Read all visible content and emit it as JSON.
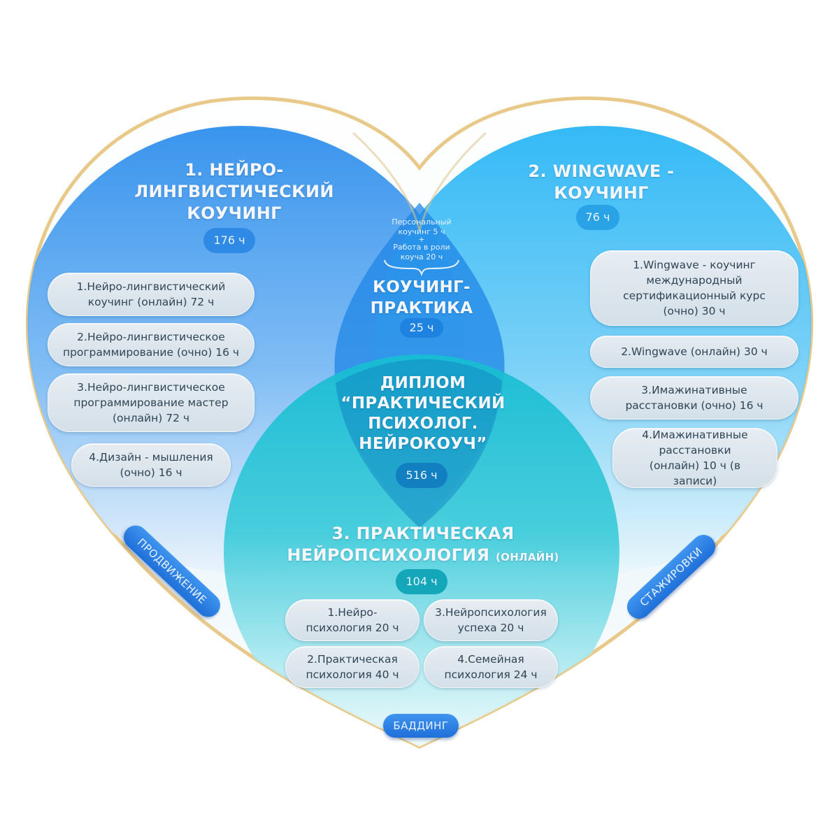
{
  "colors": {
    "circle_left": "#3b9df0",
    "circle_right": "#28b6f4",
    "circle_bottom": "#20c4d4",
    "heart_outline": "#e8c98a",
    "pill_bg": "#dde6ed",
    "tag_bg": "#2a80e4"
  },
  "left": {
    "title_lines": [
      "1. НЕЙРО-",
      "ЛИНГВИСТИЧЕСКИЙ",
      "КОУЧИНГ"
    ],
    "hours": "176 ч",
    "items": [
      "1.Нейро-лингвистический коучинг (онлайн) 72 ч",
      "2.Нейро-лингвистическое программирование (очно) 16 ч",
      "3.Нейро-лингвистическое программирование мастер (онлайн) 72 ч",
      "4.Дизайн - мышления (очно) 16 ч"
    ]
  },
  "right": {
    "title_lines": [
      "2. WINGWAVE -",
      "КОУЧИНГ"
    ],
    "hours": "76 ч",
    "items": [
      "1.Wingwave - коучинг международный сертификационный курс (очно) 30 ч",
      "2.Wingwave (онлайн) 30 ч",
      "3.Имажинативные расстановки (очно) 16 ч",
      "4.Имажинативные расстановки (онлайн) 10 ч (в записи)"
    ]
  },
  "practice": {
    "note_lines": [
      "Персональный",
      "коучинг 5 ч",
      "+",
      "Работа в роли",
      "коуча 20 ч"
    ],
    "title_lines": [
      "КОУЧИНГ-",
      "ПРАКТИКА"
    ],
    "hours": "25 ч"
  },
  "diploma": {
    "title_lines": [
      "ДИПЛОМ",
      "“ПРАКТИЧЕСКИЙ",
      "ПСИХОЛОГ.",
      "НЕЙРОКОУЧ”"
    ],
    "hours": "516 ч"
  },
  "bottom": {
    "title_line1": "3. ПРАКТИЧЕСКАЯ",
    "title_line2": "НЕЙРОПСИХОЛОГИЯ",
    "title_suffix": "(ОНЛАЙН)",
    "hours": "104 ч",
    "items": [
      "1.Нейро- психология 20 ч",
      "2.Практическая психология 40 ч",
      "3.Нейропсихология успеха 20 ч",
      "4.Семейная психология 24 ч"
    ]
  },
  "tags": {
    "promotion": "ПРОДВИЖЕНИЕ",
    "internships": "СТАЖИРОВКИ",
    "budding": "БАДДИНГ"
  }
}
